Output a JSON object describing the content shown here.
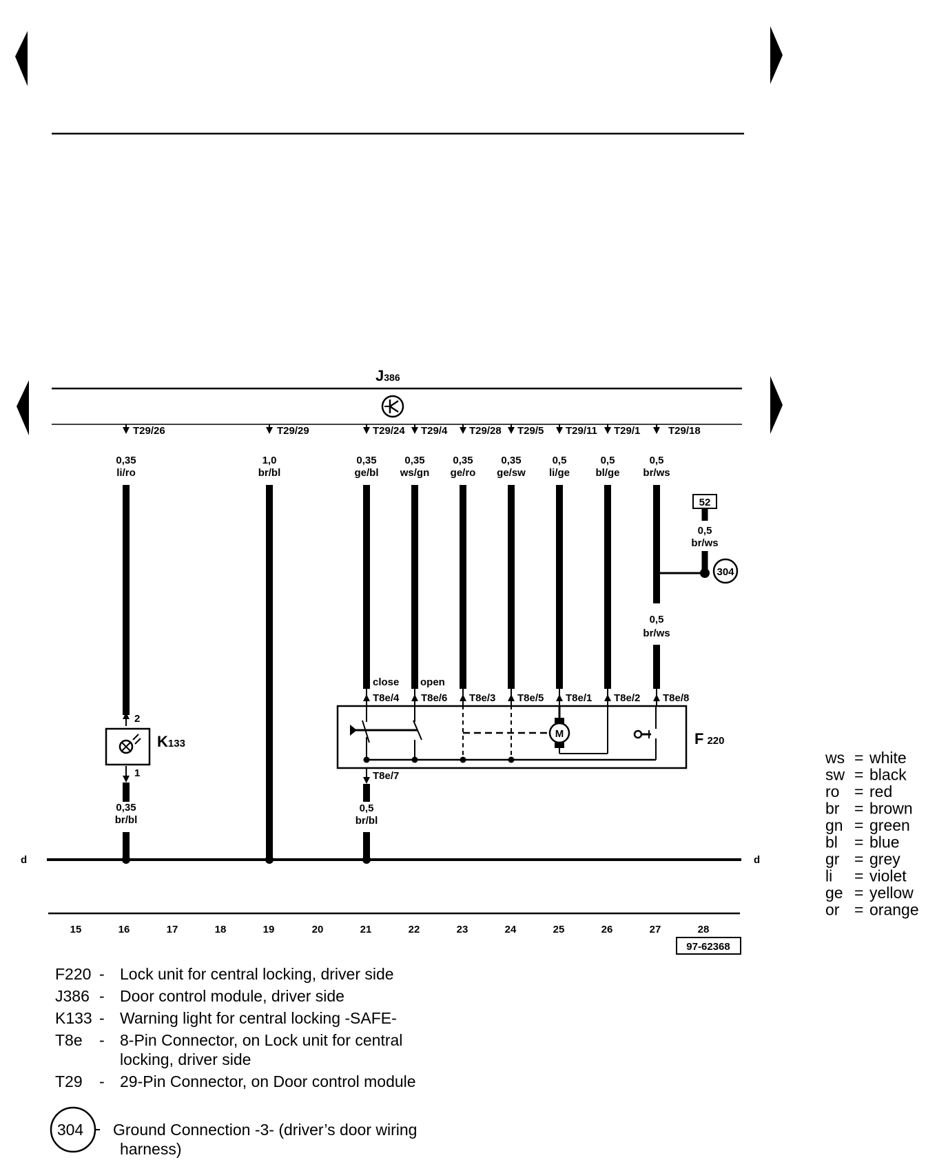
{
  "module": {
    "name_main": "J",
    "name_sub": "386"
  },
  "pins": [
    {
      "id": "T29/26",
      "size": "0,35",
      "color": "li/ro"
    },
    {
      "id": "T29/29",
      "size": "1,0",
      "color": "br/bl"
    },
    {
      "id": "T29/24",
      "size": "0,35",
      "color": "ge/bl"
    },
    {
      "id": "T29/4",
      "size": "0,35",
      "color": "ws/gn"
    },
    {
      "id": "T29/28",
      "size": "0,35",
      "color": "ge/ro"
    },
    {
      "id": "T29/5",
      "size": "0,35",
      "color": "ge/sw"
    },
    {
      "id": "T29/11",
      "size": "0,5",
      "color": "li/ge"
    },
    {
      "id": "T29/1",
      "size": "0,5",
      "color": "bl/ge"
    },
    {
      "id": "T29/18",
      "size": "0,5",
      "color": "br/ws"
    }
  ],
  "t8e": [
    "T8e/4",
    "T8e/6",
    "T8e/3",
    "T8e/5",
    "T8e/1",
    "T8e/2",
    "T8e/8"
  ],
  "t8e7": "T8e/7",
  "close_label": "close",
  "open_label": "open",
  "motor_label": "M",
  "lock_unit": {
    "main": "F",
    "sub": "220"
  },
  "lamp": {
    "main": "K",
    "sub": "133",
    "pin_top": "2",
    "pin_bottom": "1"
  },
  "lamp_wire": {
    "size": "0,35",
    "color": "br/bl"
  },
  "ground_wire": {
    "size": "0,5",
    "color": "br/bl"
  },
  "ref_box": "52",
  "upper_wire": {
    "size": "0,5",
    "color": "br/ws"
  },
  "lower_wire": {
    "size": "0,5",
    "color": "br/ws"
  },
  "ground_point": "304",
  "bus_label": "d",
  "columns": [
    "15",
    "16",
    "17",
    "18",
    "19",
    "20",
    "21",
    "22",
    "23",
    "24",
    "25",
    "26",
    "27",
    "28"
  ],
  "drawing_code": "97-62368",
  "color_codes": [
    {
      "code": "ws",
      "name": "white"
    },
    {
      "code": "sw",
      "name": "black"
    },
    {
      "code": "ro",
      "name": "red"
    },
    {
      "code": "br",
      "name": "brown"
    },
    {
      "code": "gn",
      "name": "green"
    },
    {
      "code": "bl",
      "name": "blue"
    },
    {
      "code": "gr",
      "name": "grey"
    },
    {
      "code": "li",
      "name": "violet"
    },
    {
      "code": "ge",
      "name": "yellow"
    },
    {
      "code": "or",
      "name": "orange"
    }
  ],
  "legend": [
    {
      "code": "F220",
      "dash": "-",
      "lines": [
        "Lock unit for central locking, driver side"
      ]
    },
    {
      "code": "J386",
      "dash": "-",
      "lines": [
        "Door control module, driver side"
      ]
    },
    {
      "code": "K133",
      "dash": "-",
      "lines": [
        "Warning light for central locking -SAFE-"
      ]
    },
    {
      "code": "T8e",
      "dash": "-",
      "lines": [
        "8-Pin Connector, on Lock unit for central",
        "locking, driver side"
      ]
    },
    {
      "code": "T29",
      "dash": "-",
      "lines": [
        "29-Pin Connector, on Door control module"
      ]
    }
  ],
  "ground_legend": {
    "symbol": "304",
    "lines": [
      "Ground Connection -3- (driver’s door wiring",
      "harness)"
    ]
  }
}
